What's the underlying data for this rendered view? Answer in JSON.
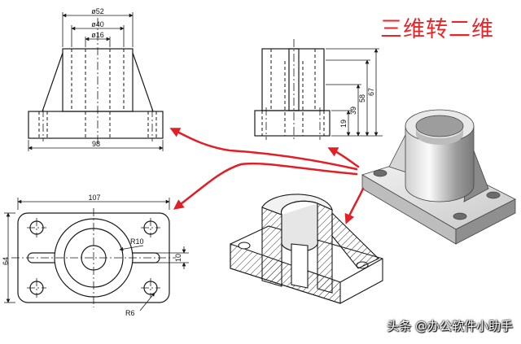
{
  "title": "三维转二维",
  "watermark": "头条 @办公软件小助手",
  "front_view": {
    "dims": {
      "outer_dia": "ø52",
      "mid_dia": "ø40",
      "hole_dia": "ø16",
      "width": "98"
    }
  },
  "side_view": {
    "dims": {
      "base_h": "19",
      "h39": "39",
      "h58": "58",
      "h67": "67"
    }
  },
  "top_view": {
    "dims": {
      "length": "107",
      "depth": "64",
      "radius_r10": "R10",
      "slot": "10",
      "radius_r6": "R6"
    }
  },
  "colors": {
    "arrow": "#e01f26",
    "title": "#e8262a",
    "line": "#1a1a1a"
  },
  "icons": [
    "curved-arrow-icon"
  ]
}
